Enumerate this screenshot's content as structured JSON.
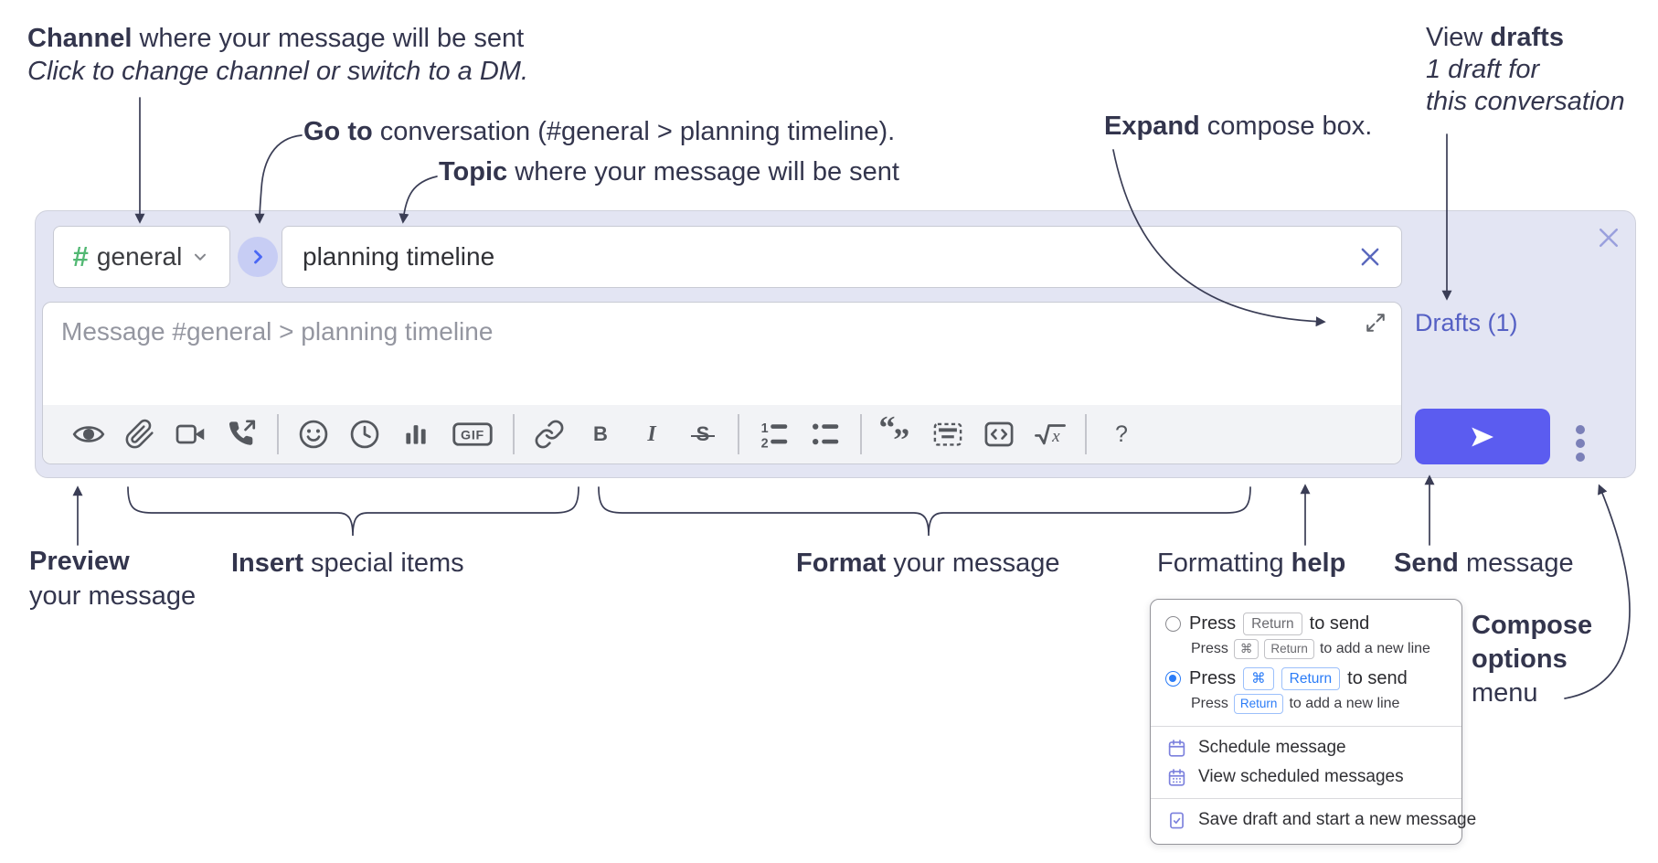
{
  "colors": {
    "panel_lavender": "#e3e5f3",
    "send_accent": "#5b5cf0",
    "link_purple": "#5560c4",
    "channel_green": "#52b873",
    "key_blue": "#2b7cf7",
    "annotation_ink": "#33354d",
    "toolbar_icon_gray": "#55585e",
    "menu_icon_purple": "#7b80dd"
  },
  "annotations": {
    "channel_line1_bold": "Channel",
    "channel_line1_rest": " where your message will be sent",
    "channel_line2": "Click to change channel or switch to a DM.",
    "goto_bold": "Go to",
    "goto_rest": " conversation (#general > planning timeline).",
    "topic_bold": "Topic",
    "topic_rest": " where your message will be sent",
    "expand_bold": "Expand",
    "expand_rest": " compose box.",
    "drafts_line1_pre": "View ",
    "drafts_line1_bold": "drafts",
    "drafts_line2": "1 draft for",
    "drafts_line3": "this conversation",
    "preview_bold": "Preview",
    "preview_line2": "your message",
    "insert_bold": "Insert",
    "insert_rest": " special items",
    "format_bold": "Format",
    "format_rest": " your message",
    "help_pre": "Formatting ",
    "help_bold": "help",
    "send_bold": "Send",
    "send_rest": " message",
    "compose_line1": "Compose",
    "compose_line2": "options",
    "compose_line3": "menu"
  },
  "compose": {
    "channel_hash": "#",
    "channel_name": "general",
    "topic_value": "planning timeline",
    "message_placeholder": "Message #general > planning timeline",
    "drafts_link": "Drafts (1)"
  },
  "icons": {
    "gif": "GIF",
    "bold": "B",
    "italic": "I",
    "strike": "S",
    "math_x": "x",
    "radical": "√",
    "help": "?",
    "quote_open": "“",
    "quote_close": "”",
    "ol_1": "1",
    "ol_2": "2"
  },
  "menu": {
    "opt1_press": "Press",
    "opt1_key": "Return",
    "opt1_suffix": "to send",
    "opt1_sub_press": "Press",
    "opt1_sub_key1": "⌘",
    "opt1_sub_key2": "Return",
    "opt1_sub_suffix": "to add a new line",
    "opt2_press": "Press",
    "opt2_key1": "⌘",
    "opt2_key2": "Return",
    "opt2_suffix": "to send",
    "opt2_sub_press": "Press",
    "opt2_sub_key": "Return",
    "opt2_sub_suffix": "to add a new line",
    "item_schedule": "Schedule message",
    "item_view_scheduled": "View scheduled messages",
    "item_save_draft": "Save draft and start a new message"
  }
}
